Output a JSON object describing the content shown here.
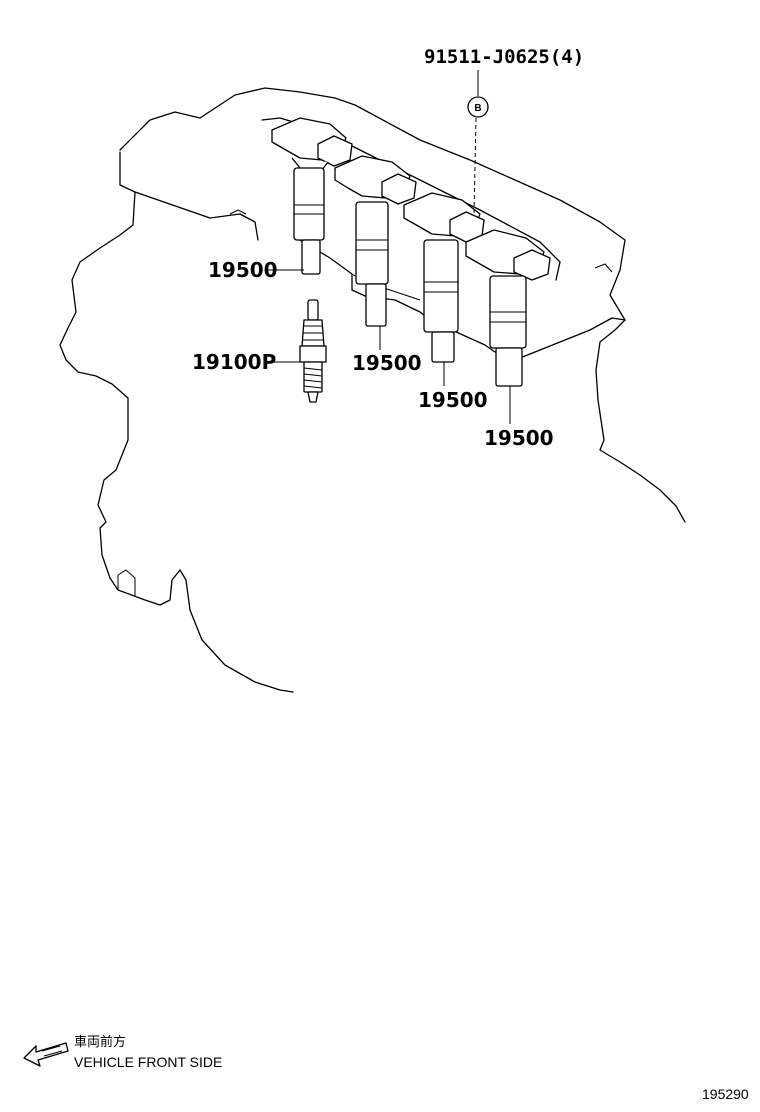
{
  "parts": {
    "bolt": "91511-J0625(4)",
    "bolt_ref": "B",
    "coil_1": "19500",
    "coil_2": "19500",
    "coil_3": "19500",
    "coil_4": "19500",
    "spark_plug": "19100P"
  },
  "front_indicator": {
    "japanese": "車両前方",
    "english": "VEHICLE FRONT SIDE"
  },
  "figure_id": "195290"
}
